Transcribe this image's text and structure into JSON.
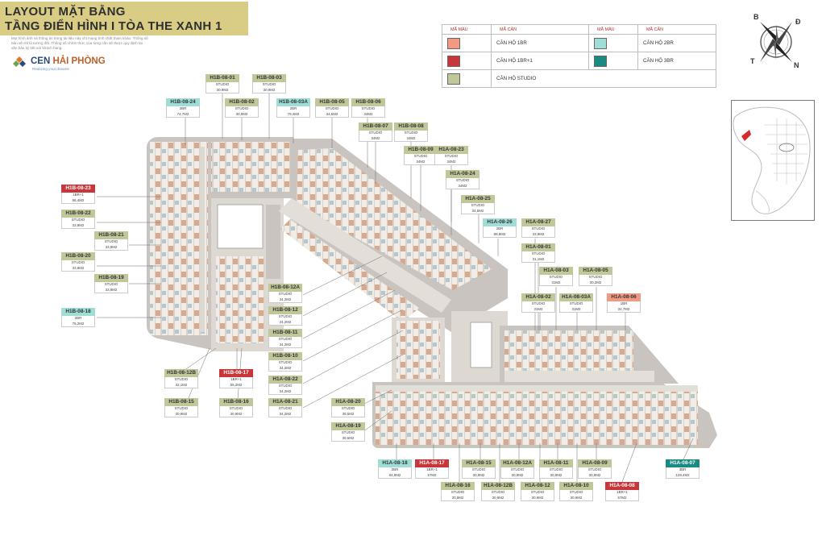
{
  "header": {
    "title_line1": "LAYOUT MẶT BẰNG",
    "title_line2": "TẦNG ĐIỂN HÌNH I TÒA THE XANH 1",
    "note": "Mọi hình ảnh và thông tin trong tài liệu này chỉ mang tính chất tham khảo. Thông số bản vẽ chỉ là tương đối. Thông số chính thức của từng căn sẽ được quy định tại văn bản ký kết với khách hàng."
  },
  "brand": {
    "name_a": "CEN ",
    "name_b": "HẢI PHÒNG",
    "tagline": "Realizing your dreams"
  },
  "legend": {
    "header_color": "MÃ MÀU",
    "header_code": "MÃ CĂN",
    "items": [
      {
        "label": "CĂN HỘ 1BR",
        "color": "#f19a83"
      },
      {
        "label": "CĂN HỘ 2BR",
        "color": "#9fded6"
      },
      {
        "label": "CĂN HỘ 1BR+1",
        "color": "#c8363a"
      },
      {
        "label": "CĂN HỘ 3BR",
        "color": "#1a8b82"
      },
      {
        "label": "CĂN HỘ STUDIO",
        "color": "#c2c79a"
      }
    ]
  },
  "compass": {
    "north": "B",
    "east": "Đ",
    "west": "T",
    "south": "N"
  },
  "colors": {
    "studio": "#c2c79a",
    "r1": "#f19a83",
    "r1p": "#c8363a",
    "r2": "#9fded6",
    "r3": "#1a8b82",
    "floor": "#f2eeea",
    "corridor": "#d8d3cd"
  },
  "units": [
    {
      "code": "H1B-08-01",
      "type": "STUDIO",
      "area": "30,9M2",
      "cat": "studio"
    },
    {
      "code": "H1B-08-03",
      "type": "STUDIO",
      "area": "30,9M2",
      "cat": "studio"
    },
    {
      "code": "H1B-08-24",
      "type": "2BR",
      "area": "74,7M2",
      "cat": "r2"
    },
    {
      "code": "H1B-08-02",
      "type": "STUDIO",
      "area": "30,9M2",
      "cat": "studio"
    },
    {
      "code": "H1B-08-03A",
      "type": "2BR",
      "area": "79,4M2",
      "cat": "r2"
    },
    {
      "code": "H1B-08-05",
      "type": "STUDIO",
      "area": "34,5M2",
      "cat": "studio"
    },
    {
      "code": "H1B-08-06",
      "type": "STUDIO",
      "area": "34M2",
      "cat": "studio"
    },
    {
      "code": "H1B-08-07",
      "type": "STUDIO",
      "area": "34M2",
      "cat": "studio"
    },
    {
      "code": "H1B-08-08",
      "type": "STUDIO",
      "area": "34M2",
      "cat": "studio"
    },
    {
      "code": "H1B-08-09",
      "type": "STUDIO",
      "area": "34M2",
      "cat": "studio"
    },
    {
      "code": "H1A-08-23",
      "type": "STUDIO",
      "area": "34M2",
      "cat": "studio"
    },
    {
      "code": "H1A-08-24",
      "type": "STUDIO",
      "area": "34M2",
      "cat": "studio"
    },
    {
      "code": "H1A-08-25",
      "type": "STUDIO",
      "area": "34,5M2",
      "cat": "studio"
    },
    {
      "code": "H1A-08-26",
      "type": "2BR",
      "area": "88,8M2",
      "cat": "r2"
    },
    {
      "code": "H1A-08-27",
      "type": "STUDIO",
      "area": "33,9M2",
      "cat": "studio"
    },
    {
      "code": "H1A-08-01",
      "type": "STUDIO",
      "area": "31,1M2",
      "cat": "studio"
    },
    {
      "code": "H1A-08-03",
      "type": "STUDIO",
      "area": "31M2",
      "cat": "studio"
    },
    {
      "code": "H1A-08-05",
      "type": "STUDIO",
      "area": "30,2M2",
      "cat": "studio"
    },
    {
      "code": "H1A-08-02",
      "type": "STUDIO",
      "area": "31M2",
      "cat": "studio"
    },
    {
      "code": "H1A-08-03A",
      "type": "STUDIO",
      "area": "31M2",
      "cat": "studio"
    },
    {
      "code": "H1A-08-06",
      "type": "1BR",
      "area": "34,7M2",
      "cat": "r1"
    },
    {
      "code": "H1B-08-23",
      "type": "1BR+1",
      "area": "56,4M2",
      "cat": "r1p"
    },
    {
      "code": "H1B-08-22",
      "type": "STUDIO",
      "area": "33,8M2",
      "cat": "studio"
    },
    {
      "code": "H1B-08-21",
      "type": "STUDIO",
      "area": "33,8M2",
      "cat": "studio"
    },
    {
      "code": "H1B-08-20",
      "type": "STUDIO",
      "area": "33,8M2",
      "cat": "studio"
    },
    {
      "code": "H1B-08-19",
      "type": "STUDIO",
      "area": "33,8M2",
      "cat": "studio"
    },
    {
      "code": "H1B-08-18",
      "type": "2BR",
      "area": "75,2M2",
      "cat": "r2"
    },
    {
      "code": "H1B-08-12A",
      "type": "STUDIO",
      "area": "34,2M2",
      "cat": "studio"
    },
    {
      "code": "H1B-08-12",
      "type": "STUDIO",
      "area": "34,2M2",
      "cat": "studio"
    },
    {
      "code": "H1B-08-11",
      "type": "STUDIO",
      "area": "34,2M2",
      "cat": "studio"
    },
    {
      "code": "H1B-08-10",
      "type": "STUDIO",
      "area": "34,2M2",
      "cat": "studio"
    },
    {
      "code": "H1A-08-22",
      "type": "STUDIO",
      "area": "34,2M2",
      "cat": "studio"
    },
    {
      "code": "H1A-08-21",
      "type": "STUDIO",
      "area": "34,2M2",
      "cat": "studio"
    },
    {
      "code": "H1B-08-12B",
      "type": "STUDIO",
      "area": "32,1M2",
      "cat": "studio"
    },
    {
      "code": "H1B-08-17",
      "type": "1BR+1",
      "area": "55,2M2",
      "cat": "r1p"
    },
    {
      "code": "H1B-08-15",
      "type": "STUDIO",
      "area": "30,9M2",
      "cat": "studio"
    },
    {
      "code": "H1B-08-16",
      "type": "STUDIO",
      "area": "30,9M2",
      "cat": "studio"
    },
    {
      "code": "H1A-08-20",
      "type": "STUDIO",
      "area": "39,5M2",
      "cat": "studio"
    },
    {
      "code": "H1A-08-19",
      "type": "STUDIO",
      "area": "39,5M2",
      "cat": "studio"
    },
    {
      "code": "H1A-08-18",
      "type": "2BR",
      "area": "84,9M2",
      "cat": "r2"
    },
    {
      "code": "H1A-08-17",
      "type": "1BR+1",
      "area": "57M2",
      "cat": "r1p"
    },
    {
      "code": "H1A-08-15",
      "type": "STUDIO",
      "area": "30,9M2",
      "cat": "studio"
    },
    {
      "code": "H1A-08-12A",
      "type": "STUDIO",
      "area": "30,9M2",
      "cat": "studio"
    },
    {
      "code": "H1A-08-11",
      "type": "STUDIO",
      "area": "30,9M2",
      "cat": "studio"
    },
    {
      "code": "H1A-08-09",
      "type": "STUDIO",
      "area": "30,9M2",
      "cat": "studio"
    },
    {
      "code": "H1A-08-07",
      "type": "3BR",
      "area": "129,4M2",
      "cat": "r3"
    },
    {
      "code": "H1A-08-16",
      "type": "STUDIO",
      "area": "30,9M2",
      "cat": "studio"
    },
    {
      "code": "H1A-08-12B",
      "type": "STUDIO",
      "area": "30,9M2",
      "cat": "studio"
    },
    {
      "code": "H1A-08-12",
      "type": "STUDIO",
      "area": "30,9M2",
      "cat": "studio"
    },
    {
      "code": "H1A-08-10",
      "type": "STUDIO",
      "area": "30,9M2",
      "cat": "studio"
    },
    {
      "code": "H1A-08-08",
      "type": "1BR+1",
      "area": "57M2",
      "cat": "r1p"
    }
  ]
}
